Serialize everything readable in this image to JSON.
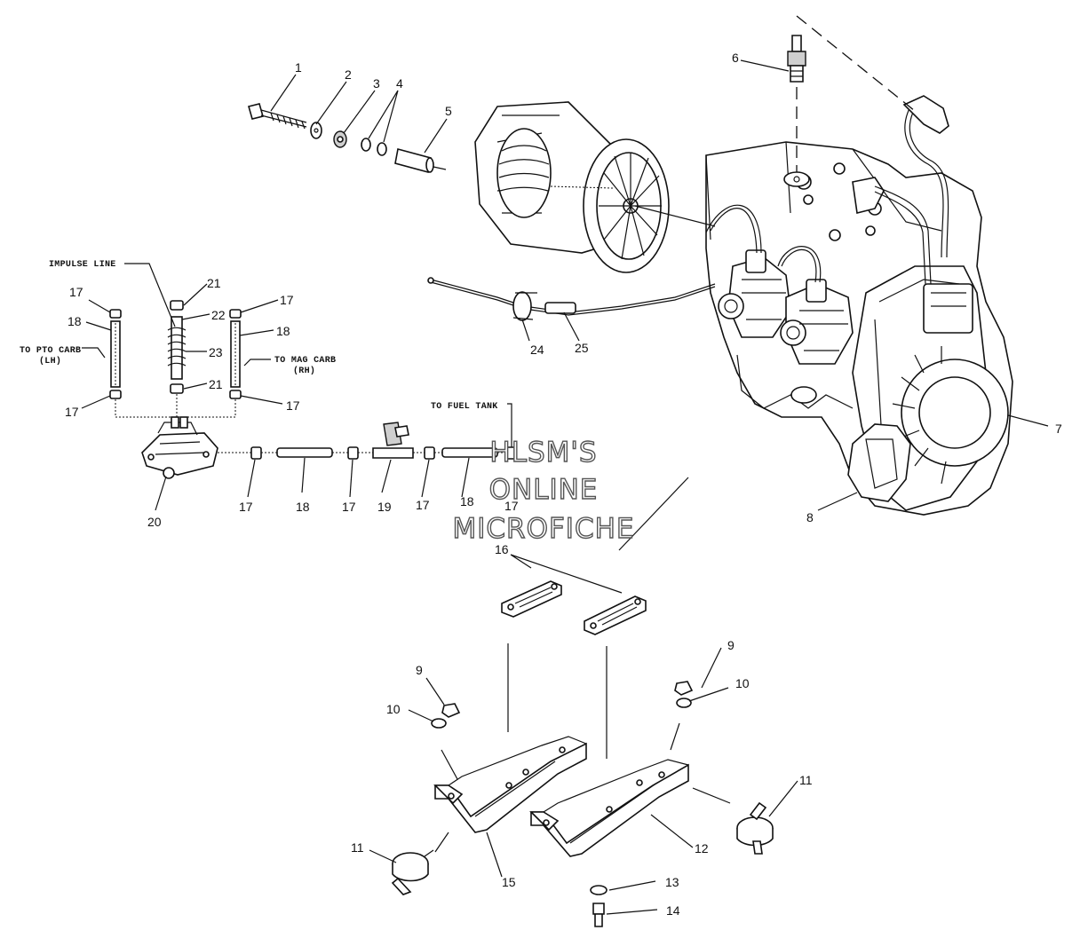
{
  "callouts": {
    "c1": "1",
    "c2": "2",
    "c3": "3",
    "c4": "4",
    "c5": "5",
    "c6": "6",
    "c7": "7",
    "c8": "8",
    "c9a": "9",
    "c9b": "9",
    "c10a": "10",
    "c10b": "10",
    "c11a": "11",
    "c11b": "11",
    "c12": "12",
    "c13": "13",
    "c14": "14",
    "c15": "15",
    "c16": "16",
    "c17a": "17",
    "c17b": "17",
    "c17c": "17",
    "c17d": "17",
    "c17e": "17",
    "c17f": "17",
    "c17g": "17",
    "c17h": "17",
    "c18a": "18",
    "c18b": "18",
    "c18c": "18",
    "c18d": "18",
    "c19": "19",
    "c20": "20",
    "c21a": "21",
    "c21b": "21",
    "c22": "22",
    "c23": "23",
    "c24": "24",
    "c25": "25"
  },
  "captions": {
    "impulse_line": "IMPULSE LINE",
    "to_pto_carb_1": "TO PTO CARB",
    "to_pto_carb_2": "(LH)",
    "to_mag_carb_1": "TO MAG CARB",
    "to_mag_carb_2": "(RH)",
    "to_fuel_tank": "TO FUEL TANK"
  },
  "watermark": {
    "line1": "HLSM'S",
    "line2": "ONLINE",
    "line3": "MICROFICHE"
  }
}
